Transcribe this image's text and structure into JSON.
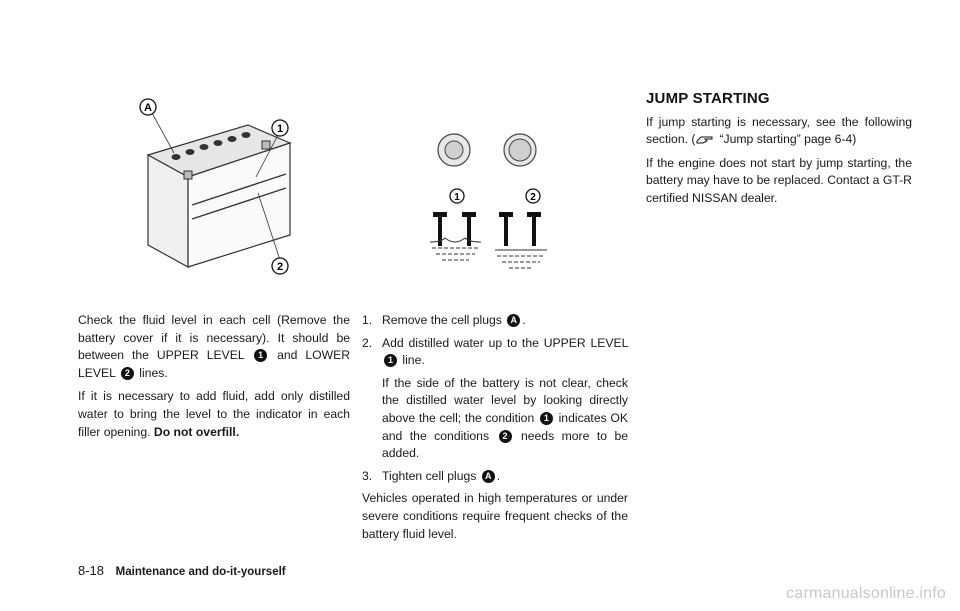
{
  "illustration_battery": {
    "callout_a": "A",
    "callout_1": "1",
    "callout_2": "2"
  },
  "illustration_levels": {
    "callout_1": "1",
    "callout_2": "2"
  },
  "left_column": {
    "p1_a": "Check the fluid level in each cell (Remove the battery cover if it is necessary). It should be between the UPPER LEVEL",
    "p1_badge1": "1",
    "p1_b": "and LOWER LEVEL",
    "p1_badge2": "2",
    "p1_c": "lines.",
    "p2_a": "If it is necessary to add fluid, add only distilled water to bring the level to the indicator in each filler opening.",
    "p2_bold": "Do not overfill."
  },
  "middle_column": {
    "s1_num": "1.",
    "s1_a": "Remove the cell plugs",
    "s1_badge": "A",
    "s1_b": ".",
    "s2_num": "2.",
    "s2_a": "Add distilled water up to the UPPER LEVEL",
    "s2_badge": "1",
    "s2_b": "line.",
    "s2p_a": "If the side of the battery is not clear, check the distilled water level by looking directly above the cell; the condition",
    "s2p_badge1": "1",
    "s2p_b": "indicates OK and the conditions",
    "s2p_badge2": "2",
    "s2p_c": "needs more to be added.",
    "s3_num": "3.",
    "s3_a": "Tighten cell plugs",
    "s3_badge": "A",
    "s3_b": ".",
    "p_end": "Vehicles operated in high temperatures or under severe conditions require frequent checks of the battery fluid level."
  },
  "right_column": {
    "heading": "JUMP STARTING",
    "p1_a": "If jump starting is necessary, see the following section. (",
    "p1_ref": "“Jump starting” page 6-4)",
    "p2": "If the engine does not start by jump starting, the battery may have to be replaced. Contact a GT-R certified NISSAN dealer."
  },
  "footer": {
    "page_number": "8-18",
    "section_title": "Maintenance and do-it-yourself"
  },
  "watermark": "carmanualsonline.info"
}
